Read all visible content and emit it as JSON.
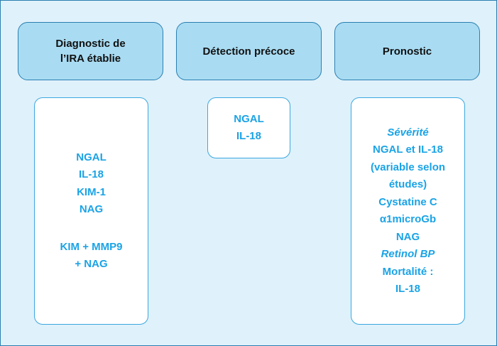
{
  "headers": {
    "diagnostic": "Diagnostic de\nl’IRA établie",
    "detection": "Détection précoce",
    "pronostic": "Pronostic"
  },
  "diagnostic_panel": {
    "group1": [
      "NGAL",
      "IL-18",
      "KIM-1",
      "NAG"
    ],
    "group2": [
      "KIM + MMP9",
      "+ NAG"
    ]
  },
  "detection_panel": {
    "items": [
      "NGAL",
      "IL-18"
    ]
  },
  "pronostic_panel": {
    "severity_label": "Sévérité",
    "severity_items": [
      "NGAL et IL-18",
      "(variable selon",
      "études)",
      "Cystatine C",
      "α1microGb",
      "NAG"
    ],
    "retinol_label": "Retinol BP",
    "mortality_items": [
      "Mortalité :",
      "IL-18"
    ]
  },
  "colors": {
    "background": "#dff1fb",
    "header_fill": "#a9dcf3",
    "border": "#2a7fb0",
    "item_text": "#1aa3e6"
  }
}
